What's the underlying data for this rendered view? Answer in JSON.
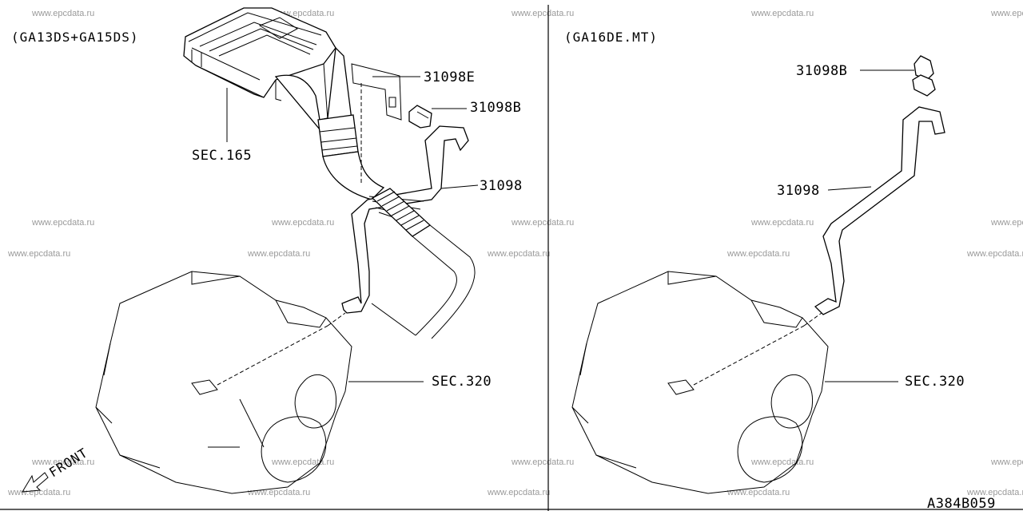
{
  "diagram": {
    "left_header": "(GA13DS+GA15DS)",
    "right_header": "(GA16DE.MT)",
    "left_labels": {
      "bracket": "31098E",
      "clip": "31098B",
      "hose": "31098",
      "air_cleaner": "SEC.165",
      "transmission": "SEC.320",
      "front": "FRONT"
    },
    "right_labels": {
      "clip": "31098B",
      "hose": "31098",
      "transmission": "SEC.320"
    },
    "figure_code": "A384B059",
    "watermark": "www.epcdata.ru"
  }
}
